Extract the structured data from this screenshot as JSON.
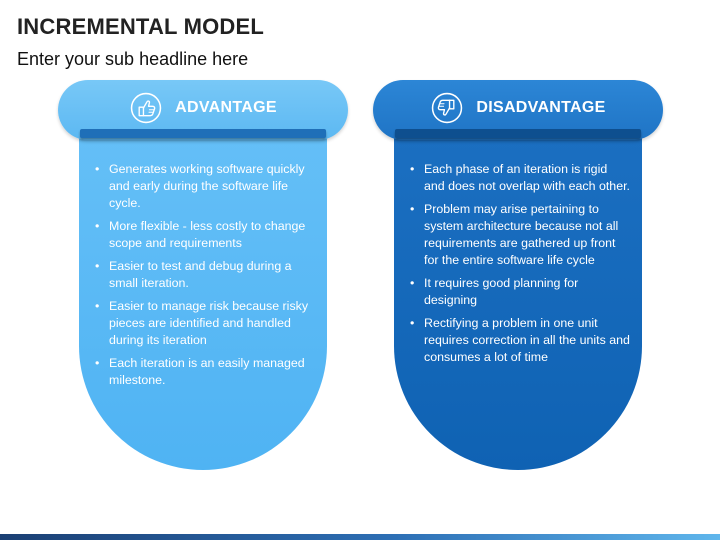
{
  "slide": {
    "title": "INCREMENTAL MODEL",
    "subtitle": "Enter your sub headline here"
  },
  "columns": [
    {
      "label": "ADVANTAGE",
      "icon": "thumbs-up-icon",
      "color": "#5cb8f2",
      "points": [
        "Generates working software quickly and early during the software life cycle.",
        "More flexible - less costly to change scope and requirements",
        "Easier to test and debug during a small iteration.",
        "Easier to manage risk because risky pieces are identified and handled during its iteration",
        "Each iteration is an easily managed milestone."
      ]
    },
    {
      "label": "DISADVANTAGE",
      "icon": "thumbs-down-icon",
      "color": "#1f74c5",
      "points": [
        "Each phase of an iteration is rigid and does not overlap with each other.",
        "Problem may arise pertaining to system architecture because not all requirements are gathered up front for the entire software life cycle",
        "It requires good planning for designing",
        "Rectifying a problem in one unit requires correction in all the units and consumes a lot of time"
      ]
    }
  ]
}
